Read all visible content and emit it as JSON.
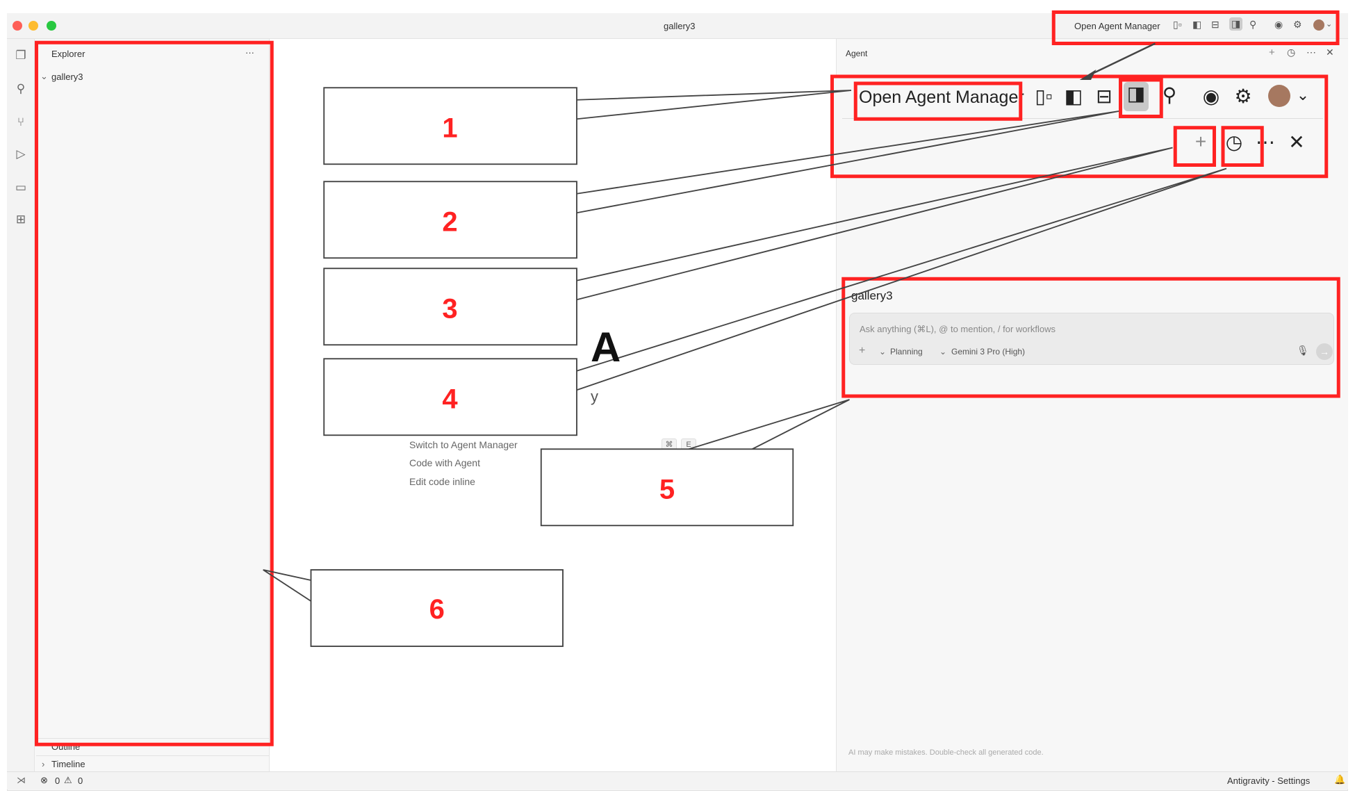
{
  "window": {
    "title": "gallery3"
  },
  "titlebar": {
    "open_agent_manager": "Open Agent Manager",
    "icons": [
      "customize-layout-icon",
      "toggle-sidebar-icon",
      "toggle-panel-icon",
      "toggle-secondary-sidebar-icon",
      "search-icon",
      "chrome-icon",
      "gear-icon",
      "avatar",
      "chevron-down-icon"
    ]
  },
  "activity_bar": {
    "icons": [
      "explorer-icon",
      "search-icon",
      "source-control-icon",
      "run-debug-icon",
      "remote-explorer-icon",
      "extensions-icon"
    ]
  },
  "explorer": {
    "title": "Explorer",
    "more": "···",
    "folder": "gallery3",
    "outline": "Outline",
    "timeline": "Timeline"
  },
  "editor": {
    "logo": "A",
    "title_fragment": "y",
    "items": [
      {
        "label": "Switch to Agent Manager",
        "keys": [
          "⌘",
          "E"
        ]
      },
      {
        "label": "Code with Agent"
      },
      {
        "label": "Edit code inline"
      }
    ]
  },
  "agent": {
    "title": "Agent",
    "workspace": "gallery3",
    "placeholder": "Ask anything (⌘L), @ to mention, / for workflows",
    "mode": "Planning",
    "model": "Gemini 3 Pro (High)",
    "disclaimer": "AI may make mistakes. Double-check all generated code."
  },
  "status": {
    "errors": "0",
    "warnings": "0",
    "right": "Antigravity - Settings"
  },
  "annotations": {
    "labels": [
      "1",
      "2",
      "3",
      "4",
      "5",
      "6"
    ],
    "color": "#ff2222"
  }
}
